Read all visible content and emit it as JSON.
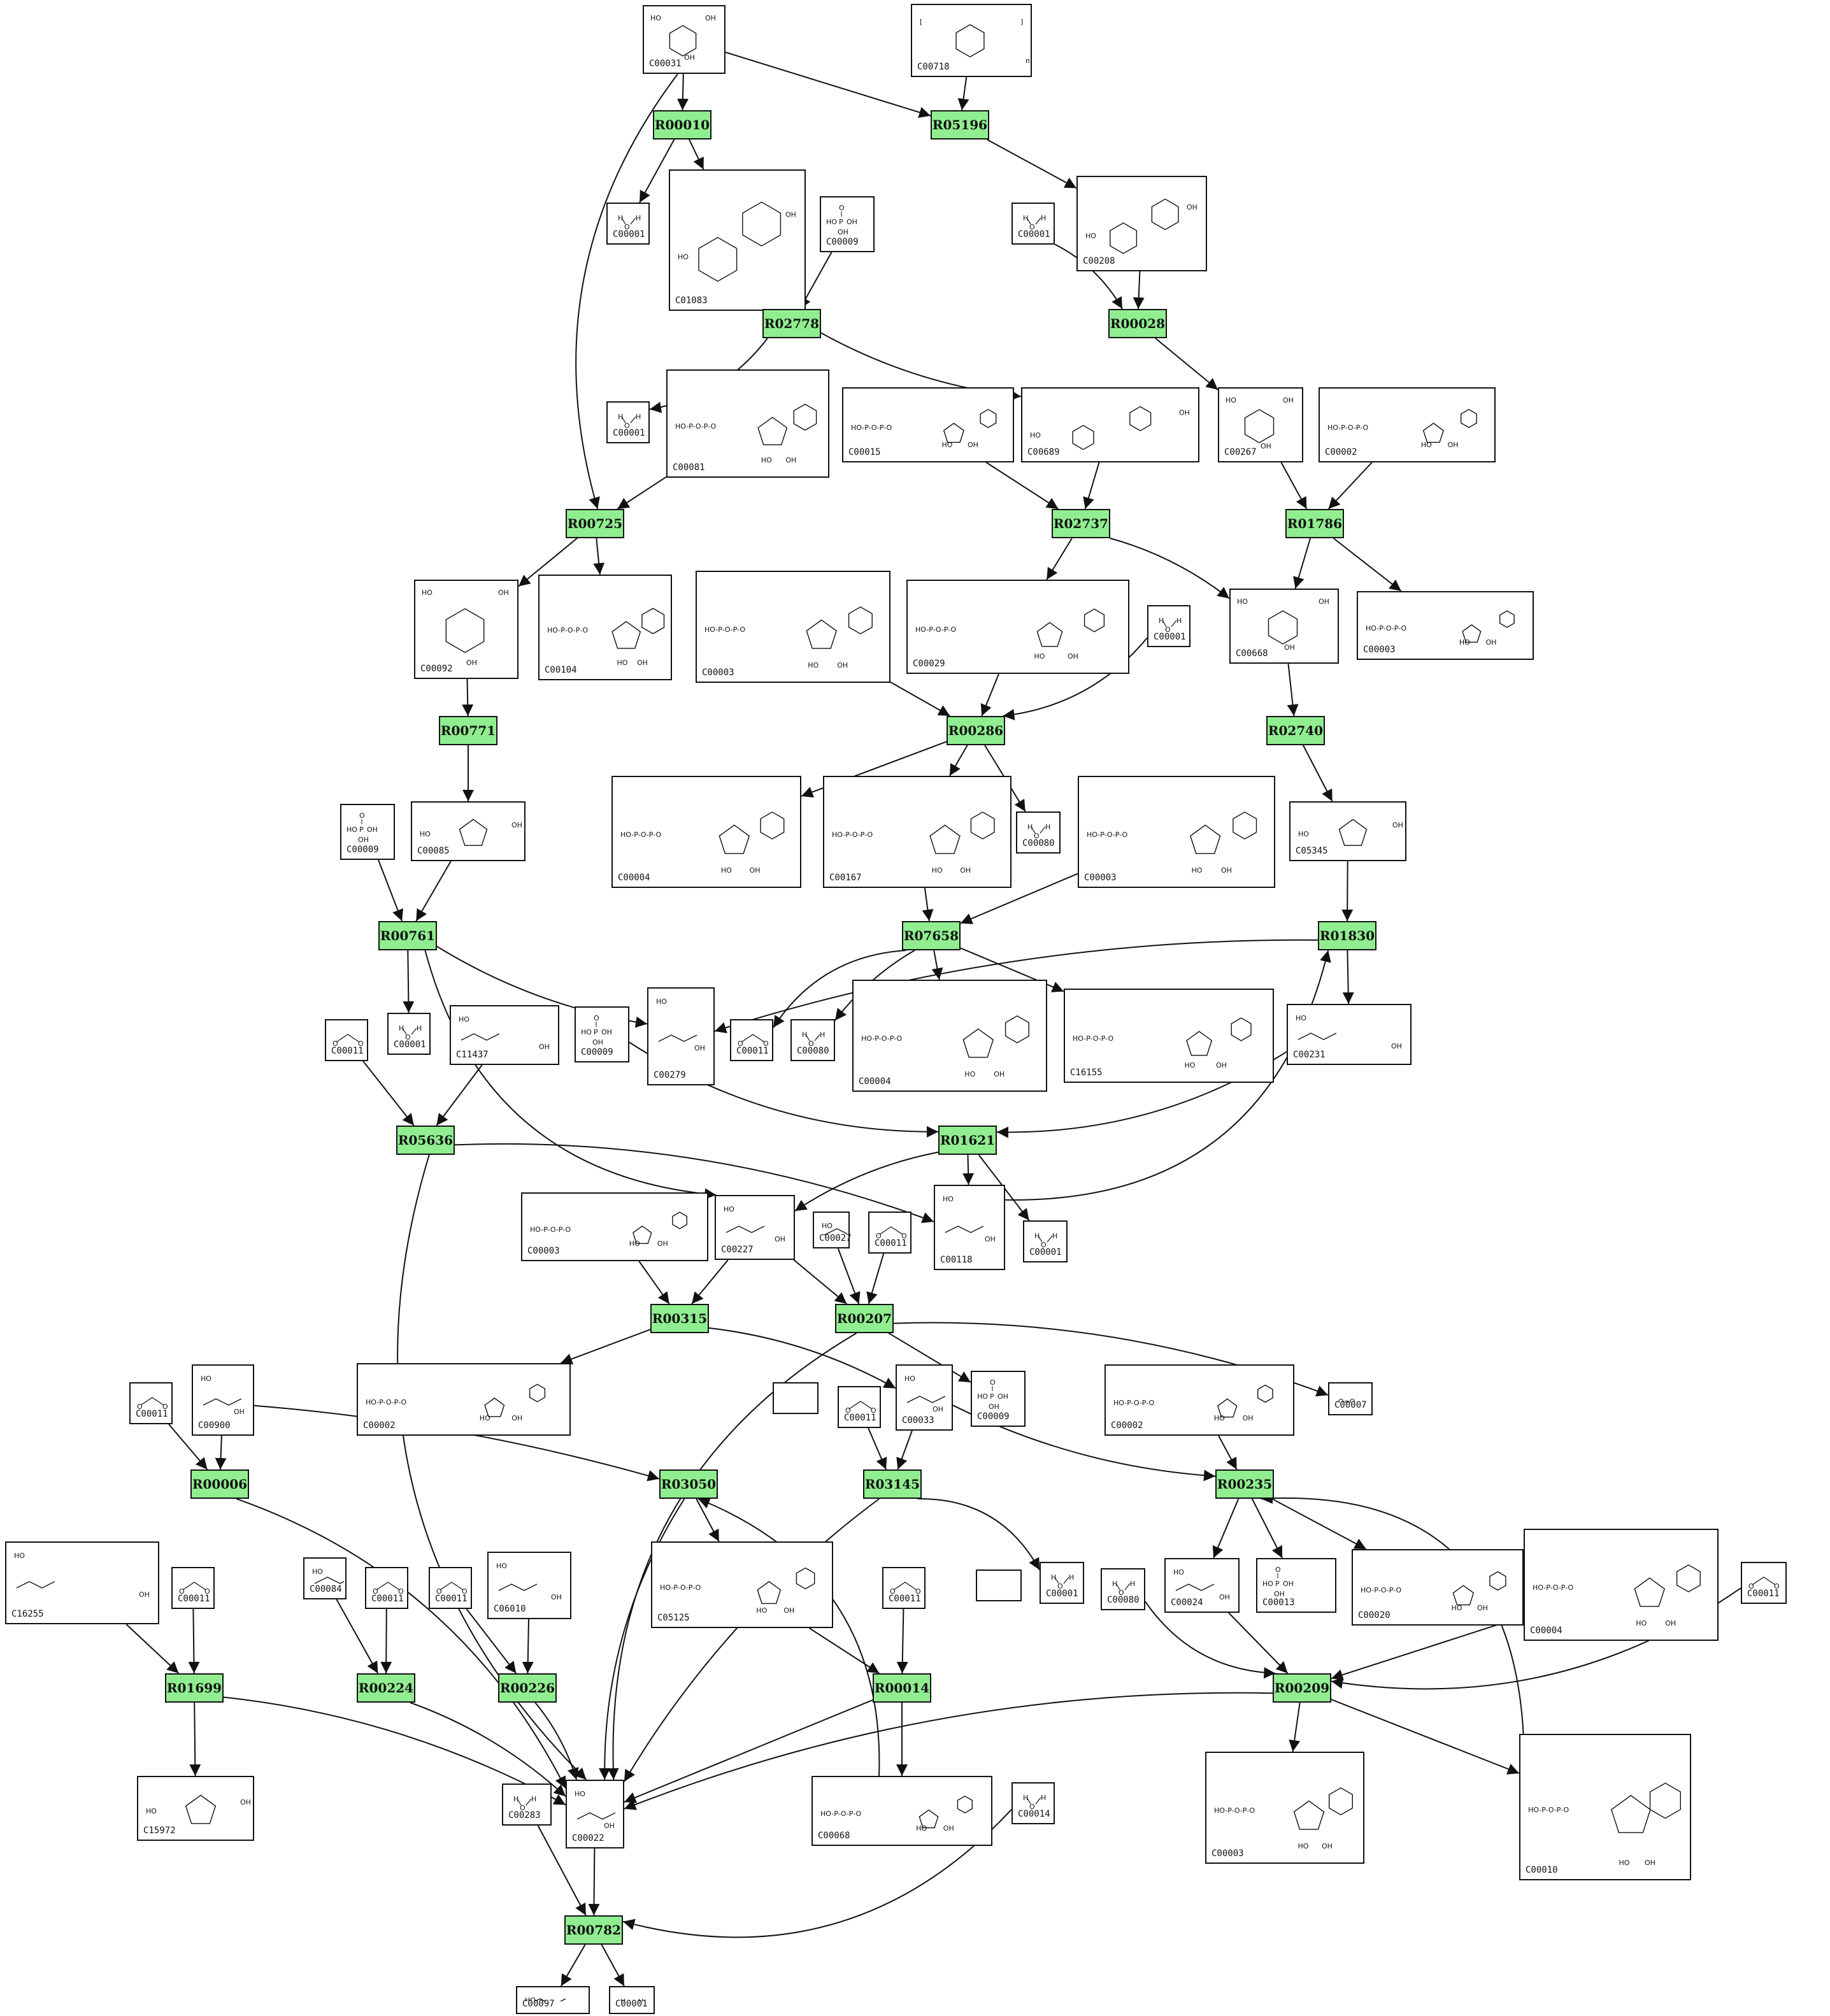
{
  "reactions": [
    "R00010",
    "R05196",
    "R02778",
    "R00028",
    "R00725",
    "R02737",
    "R01786",
    "R00771",
    "R00286",
    "R02740",
    "R00761",
    "R07658",
    "R01830",
    "R05636",
    "R01621",
    "R00315",
    "R00207",
    "R00006",
    "R03050",
    "R03145",
    "R00235",
    "R01699",
    "R00224",
    "R00226",
    "R00014",
    "R00209",
    "R00782"
  ],
  "compounds": [
    "C00031",
    "C00718",
    "C00001",
    "C01083",
    "C00009",
    "C00001",
    "C00208",
    "C00001",
    "C00081",
    "C00015",
    "C00689",
    "C00267",
    "C00002",
    "C00092",
    "C00104",
    "C00003",
    "C00029",
    "C00001",
    "C00668",
    "C00003",
    "C00009",
    "C00085",
    "C00004",
    "C00167",
    "C00080",
    "C00003",
    "C05345",
    "C00011",
    "C00001",
    "C11437",
    "C00009",
    "C00279",
    "C00011",
    "C00080",
    "C00004",
    "C16155",
    "C00231",
    "C00003",
    "C00227",
    "C00027",
    "C00011",
    "C00118",
    "C00001",
    "C00011",
    "C00900",
    "C00002",
    "C00011",
    "C00033",
    "C00009",
    "C00007",
    "C00002",
    "C16255",
    "C00011",
    "C00084",
    "C00011",
    "C00011",
    "C06010",
    "C05125",
    "C00011",
    "C00001",
    "C00080",
    "C00024",
    "C00013",
    "C00020",
    "C00004",
    "C00011",
    "C15972",
    "C00283",
    "C00022",
    "C00068",
    "C00014",
    "C00003",
    "C00010",
    "C00097",
    "C00001"
  ]
}
